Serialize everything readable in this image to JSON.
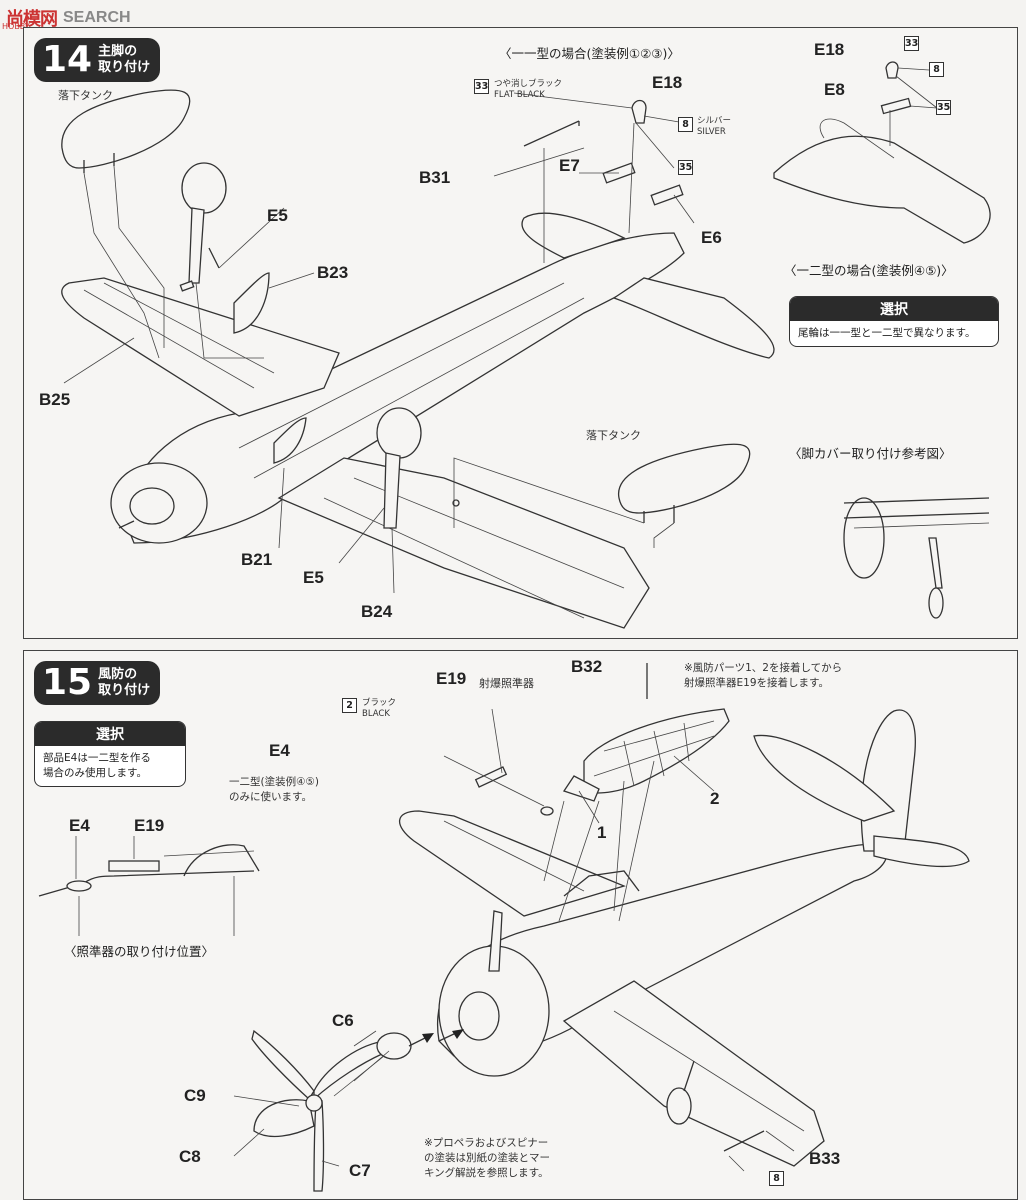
{
  "watermark": {
    "logo": "尚模网",
    "sub": "HOBBY",
    "text": "SEARCH"
  },
  "step14": {
    "number": "14",
    "title": "主脚の\n取り付け",
    "variant_11": "〈一一型の場合(塗装例①②③)〉",
    "variant_12": "〈一二型の場合(塗装例④⑤)〉",
    "gear_cover_ref": "〈脚カバー取り付け参考図〉",
    "drop_tank": "落下タンク",
    "select": {
      "header": "選択",
      "body": "尾輪は一一型と一二型で異なります。"
    },
    "paint_33": {
      "num": "33",
      "jp": "つや消しブラック",
      "en": "FLAT BLACK"
    },
    "paint_8": {
      "num": "8",
      "jp": "シルバー",
      "en": "SILVER"
    },
    "paint_35": "35",
    "parts": [
      "E5",
      "B23",
      "B25",
      "B21",
      "E5",
      "B24",
      "B31",
      "E18",
      "E7",
      "E6",
      "E18",
      "E8"
    ]
  },
  "step15": {
    "number": "15",
    "title": "風防の\n取り付け",
    "select": {
      "header": "選択",
      "body": "部品E4は一二型を作る\n場合のみ使用します。"
    },
    "sight_label": "射爆照準器",
    "paint_2": {
      "num": "2",
      "jp": "ブラック",
      "en": "BLACK"
    },
    "e4_note": "一二型(塗装例④⑤)\nのみに使います。",
    "canopy_note": "※風防パーツ1、2を接着してから\n射爆照準器E19を接着します。",
    "sight_position": "〈照準器の取り付け位置〉",
    "prop_note": "※プロペラおよびスピナー\nの塗装は別紙の塗装とマー\nキング解説を参照します。",
    "paint_8": "8",
    "parts": [
      "E19",
      "E4",
      "B32",
      "2",
      "1",
      "E4",
      "E19",
      "C6",
      "C9",
      "C8",
      "C7",
      "B33"
    ]
  }
}
